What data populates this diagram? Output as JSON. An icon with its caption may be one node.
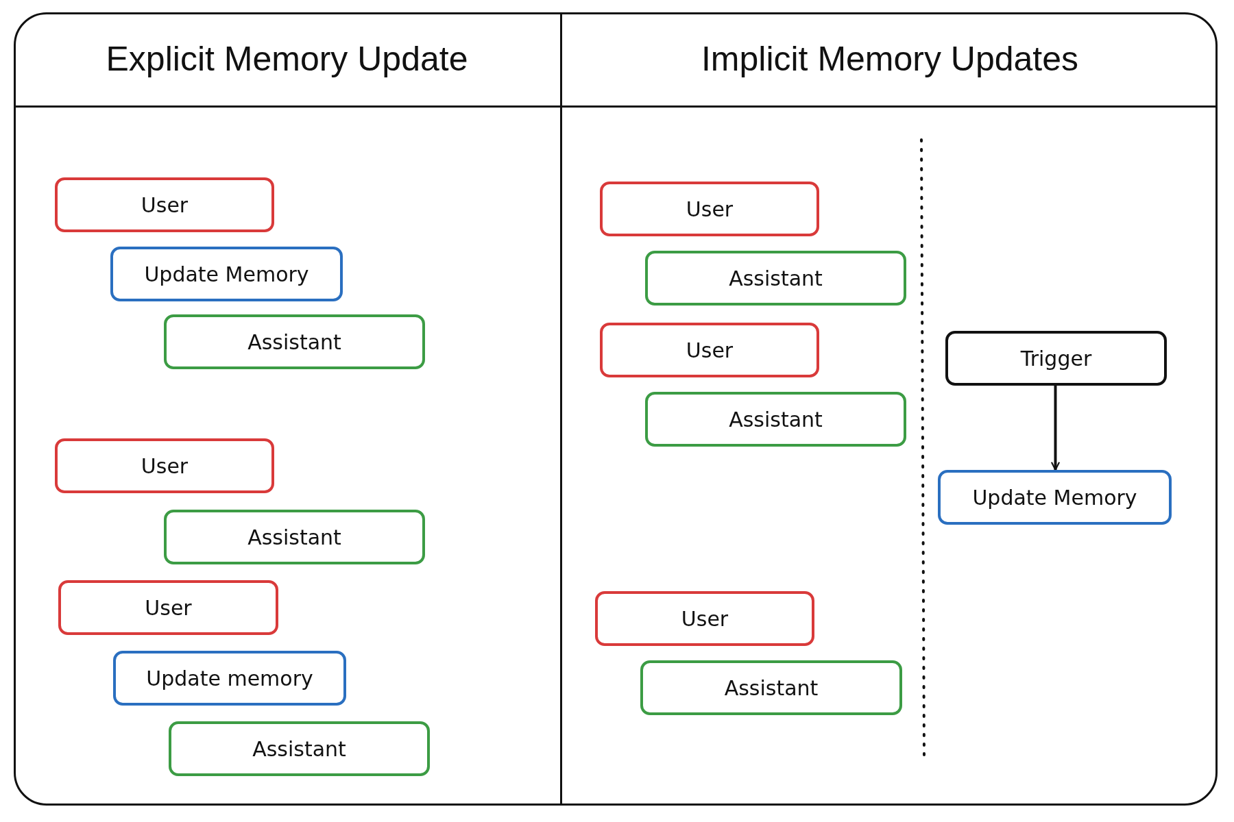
{
  "diagram": {
    "nodes": [
      {
        "text": [
          "Explicit Memory Update"
        ]
      },
      {
        "text": [
          "User"
        ],
        "in": 0
      },
      {
        "text": [
          "Update Memory"
        ],
        "in": 0
      },
      {
        "text": [
          "Assistant"
        ],
        "in": 0
      },
      {
        "text": [
          "User"
        ],
        "in": 0
      },
      {
        "text": [
          "Assistant"
        ],
        "in": 0
      },
      {
        "text": [
          "User"
        ],
        "in": 0
      },
      {
        "text": [
          "Update memory"
        ],
        "in": 0
      },
      {
        "text": [
          "Assistant"
        ],
        "in": 0
      },
      {
        "text": [
          "Implicit Memory Updates"
        ]
      },
      {
        "text": [
          "User"
        ],
        "in": 9
      },
      {
        "text": [
          "Assistant"
        ],
        "in": 9
      },
      {
        "text": [
          "User"
        ],
        "in": 9
      },
      {
        "text": [
          "Assistant"
        ],
        "in": 9
      },
      {
        "text": [
          "Trigger"
        ],
        "in": 9
      },
      {
        "text": [
          "Update Memory"
        ],
        "in": 9
      },
      {
        "text": [
          "User"
        ],
        "in": 9
      },
      {
        "text": [
          "Assistant"
        ],
        "in": 9
      }
    ],
    "edges": [
      {
        "from": 14,
        "to": 15,
        "arrow": "to"
      }
    ]
  }
}
